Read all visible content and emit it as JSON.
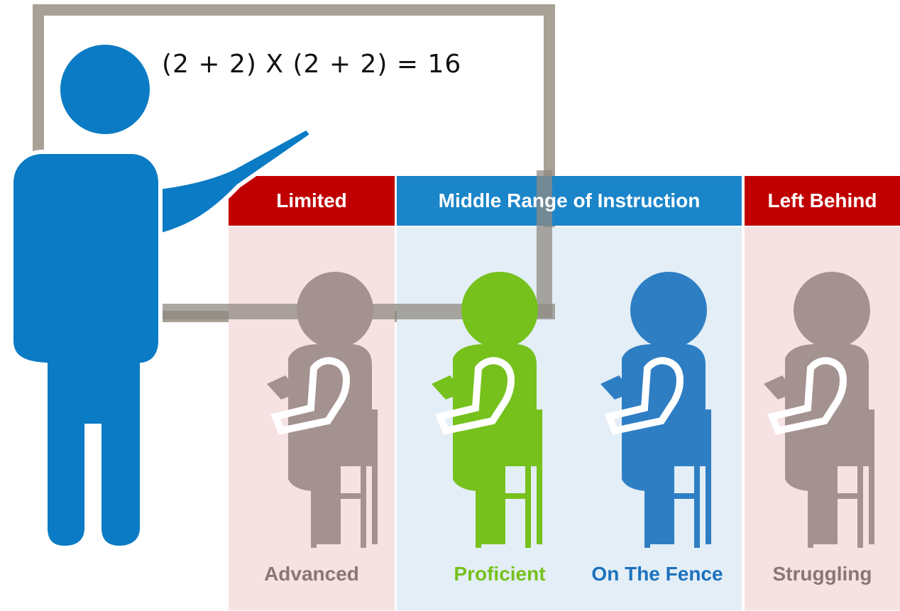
{
  "whiteboard": {
    "equation": "(2 + 2) X (2 + 2) = 16"
  },
  "groups": [
    {
      "header": "Limited",
      "header_color": "#c00000",
      "panel_color": "#f6e2e2"
    },
    {
      "header": "Middle Range of Instruction",
      "header_color": "#1b85c9",
      "panel_color": "#e3eef7"
    },
    {
      "header": "Left Behind",
      "header_color": "#c00000",
      "panel_color": "#f6e2e2"
    }
  ],
  "students": [
    {
      "label": "Advanced",
      "color": "#a49290",
      "icon": "student-at-desk-icon"
    },
    {
      "label": "Proficient",
      "color": "#76c11c",
      "icon": "student-at-desk-icon"
    },
    {
      "label": "On The Fence",
      "color": "#2e7ec4",
      "icon": "student-at-desk-icon"
    },
    {
      "label": "Struggling",
      "color": "#a49290",
      "icon": "student-at-desk-icon"
    }
  ],
  "teacher": {
    "color": "#0a7bc4",
    "icon": "teacher-pointing-icon"
  },
  "board_frame_color": "#a8a196"
}
